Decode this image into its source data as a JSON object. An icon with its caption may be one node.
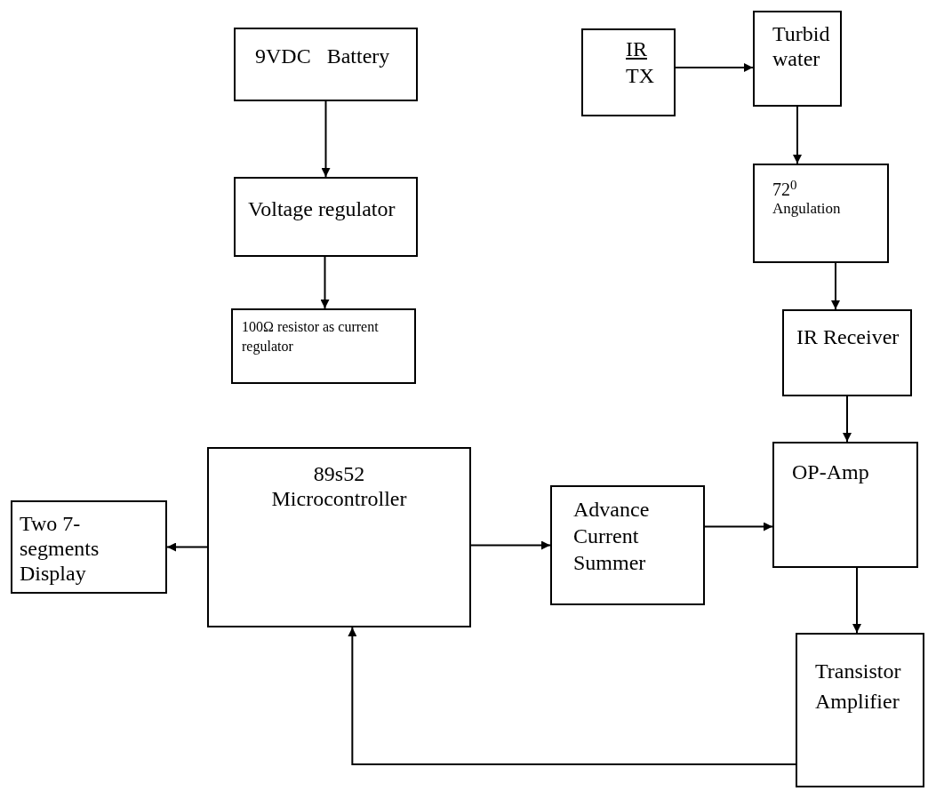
{
  "diagram": {
    "nodes": [
      {
        "text": [
          "9VDC   Battery"
        ]
      },
      {
        "text": [
          "Voltage regulator"
        ]
      },
      {
        "text": [
          "100Ω resistor as current regulator"
        ]
      },
      {
        "text": [
          "IR",
          "TX"
        ]
      },
      {
        "text": [
          "Turbid water"
        ]
      },
      {
        "text": [
          "72$^{0}$",
          "Angulation"
        ]
      },
      {
        "text": [
          "IR Receiver"
        ]
      },
      {
        "text": [
          "Two 7-segments Display"
        ]
      },
      {
        "text": [
          "89s52 Microcontroller"
        ]
      },
      {
        "text": [
          "Advance Current Summer"
        ]
      },
      {
        "text": [
          "OP-Amp"
        ]
      },
      {
        "text": [
          "Transistor Amplifier"
        ]
      }
    ],
    "edges": [
      {
        "from": 0,
        "to": 1,
        "arrow": "to"
      },
      {
        "from": 1,
        "to": 2,
        "arrow": "to"
      },
      {
        "from": 3,
        "to": 4,
        "arrow": "to"
      },
      {
        "from": 4,
        "to": 5,
        "arrow": "to"
      },
      {
        "from": 5,
        "to": 6,
        "arrow": "to"
      },
      {
        "from": 6,
        "to": 10,
        "arrow": "to"
      },
      {
        "from": 8,
        "to": 7,
        "arrow": "to"
      },
      {
        "from": 8,
        "to": 9,
        "arrow": "to"
      },
      {
        "from": 9,
        "to": 10,
        "arrow": "to"
      },
      {
        "from": 10,
        "to": 11,
        "arrow": "to"
      },
      {
        "from": 11,
        "to": 8,
        "arrow": "to"
      }
    ]
  }
}
